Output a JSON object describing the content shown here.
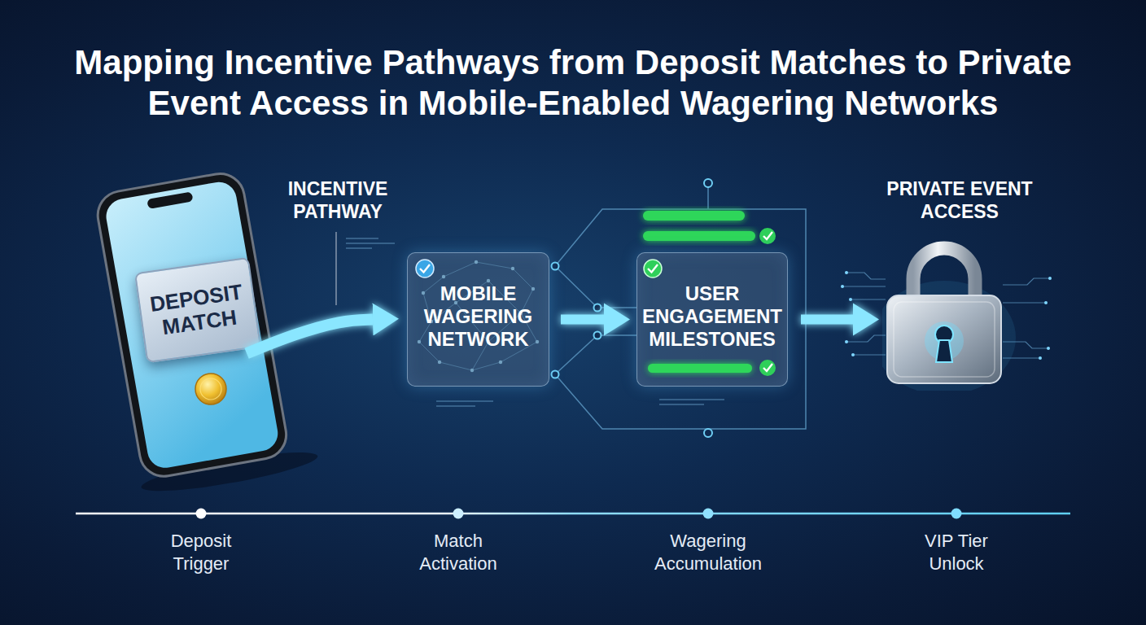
{
  "diagram": {
    "title": "Mapping Incentive Pathways from Deposit Matches to Private Event Access in Mobile-Enabled Wagering Networks",
    "nodes": [
      {
        "text": [
          "DEPOSIT MATCH"
        ]
      },
      {
        "text": [
          "MOBILE WAGERING NETWORK"
        ]
      },
      {
        "text": [
          "USER ENGAGEMENT MILESTONES"
        ]
      },
      {
        "text": [
          "PRIVATE EVENT ACCESS"
        ]
      }
    ],
    "edges": [
      {
        "from": 0,
        "to": 1,
        "arrow": "to"
      },
      {
        "from": 1,
        "to": 2,
        "arrow": "to"
      },
      {
        "from": 2,
        "to": 3,
        "arrow": "to"
      }
    ],
    "labels": [
      "INCENTIVE PATHWAY",
      "Deposit Trigger",
      "Match Activation",
      "Wagering Accumulation",
      "VIP Tier Unlock"
    ]
  }
}
